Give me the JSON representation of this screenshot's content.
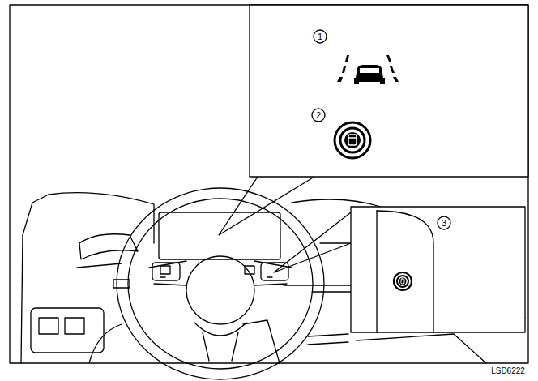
{
  "diagram": {
    "labels": [
      "1",
      "2",
      "3",
      "LSD6222"
    ]
  }
}
